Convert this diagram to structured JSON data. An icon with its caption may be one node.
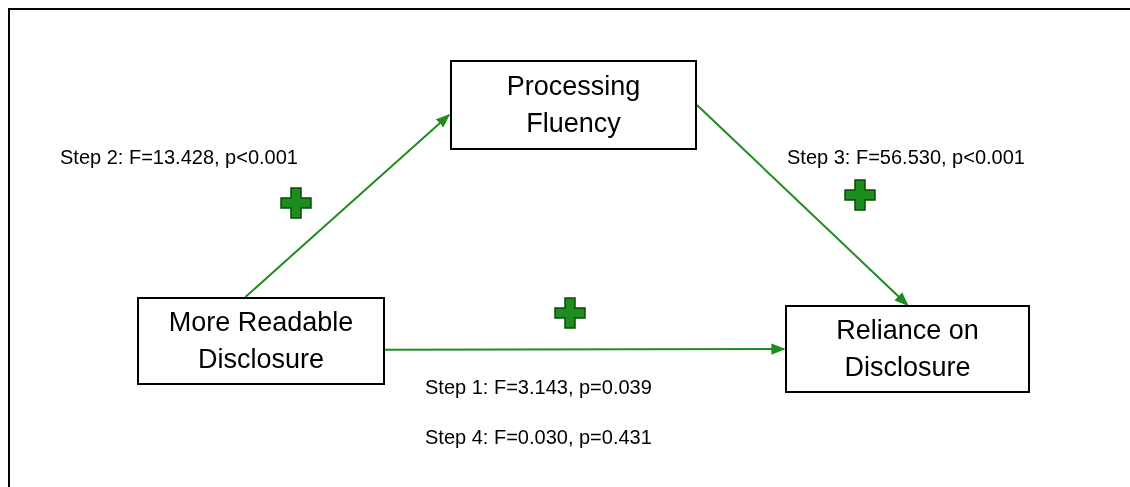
{
  "diagram": {
    "nodes": [
      {
        "text": [
          "Processing Fluency"
        ]
      },
      {
        "text": [
          "More Readable Disclosure"
        ]
      },
      {
        "text": [
          "Reliance on Disclosure"
        ]
      }
    ],
    "edges": [
      {
        "from": 1,
        "to": 0,
        "arrow": "to"
      },
      {
        "from": 0,
        "to": 2,
        "arrow": "to"
      },
      {
        "from": 1,
        "to": 2,
        "arrow": "to"
      }
    ],
    "labels": [
      "Step 2: F=13.428, p<0.001",
      "Step 3: F=56.530, p<0.001",
      "Step 1: F=3.143, p=0.039",
      "Step 4: F=0.030, p=0.431"
    ]
  }
}
